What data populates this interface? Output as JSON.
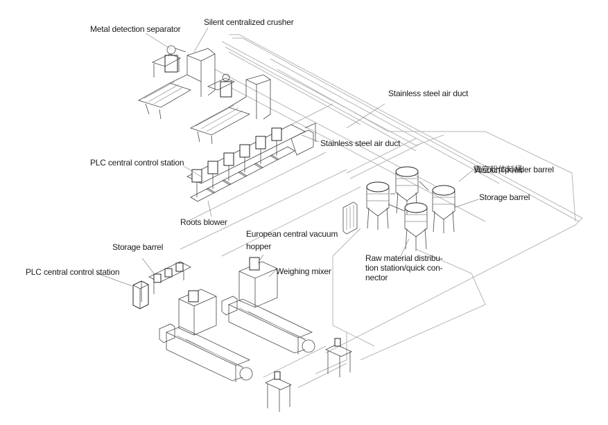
{
  "labels": {
    "metal_detection_separator": "Metal detection separator",
    "silent_centralized_crusher": "Silent centralized crusher",
    "stainless_steel_air_duct_1": "Stainless steel air duct",
    "stainless_steel_air_duct_2": "Stainless steel air duct",
    "plc_central_control_station_top": "PLC central control station",
    "roots_blower": "Roots blower",
    "vacuum_powder_barrel": "Vacuum powder barrel",
    "vacuum_powder_barrel_overlay": "真空粉体料桶",
    "storage_barrel_right": "Storage barrel",
    "raw_material_distribution": "Raw material distribu-tion station/quick con-nector",
    "raw_material_line1": "Raw material distribu-",
    "raw_material_line2": "tion station/quick con-",
    "raw_material_line3": "nector",
    "european_vacuum_line1": "European central vacuum",
    "european_vacuum_line2": "hopper",
    "storage_barrel_left": "Storage barrel",
    "plc_central_control_station_bottom": "PLC central control station",
    "weighing_mixer": "Weighing mixer"
  },
  "colors": {
    "line": "#444444",
    "pipe": "#b5b5b5",
    "text": "#1a1a1a",
    "background": "#ffffff"
  }
}
